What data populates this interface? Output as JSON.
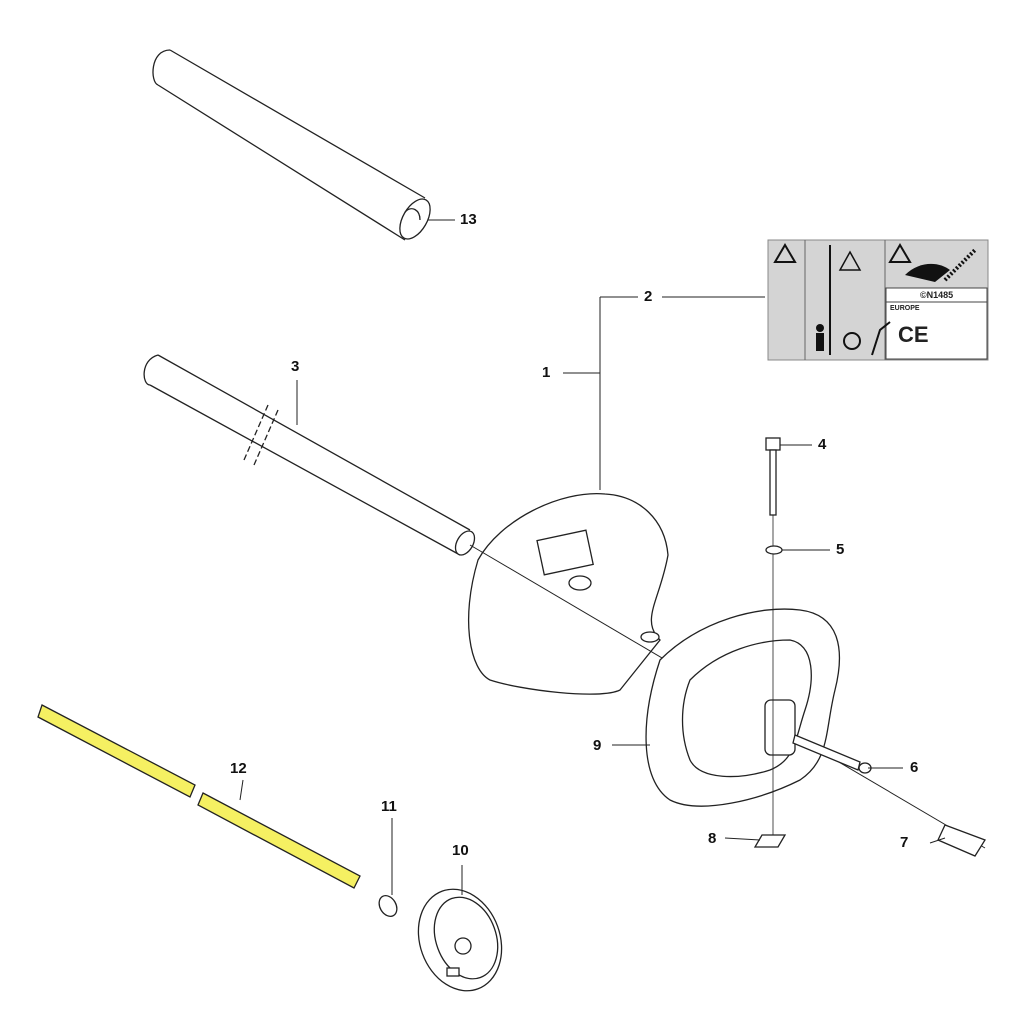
{
  "callouts": [
    "1",
    "2",
    "3",
    "4",
    "5",
    "6",
    "7",
    "8",
    "9",
    "10",
    "11",
    "12",
    "13"
  ],
  "decal": {
    "code": "©N1485",
    "region": "EUROPE",
    "ce_mark": "CE"
  },
  "colors": {
    "highlight": "#f5f062",
    "line": "#222222",
    "decal_bg": "#d4d4d4"
  }
}
